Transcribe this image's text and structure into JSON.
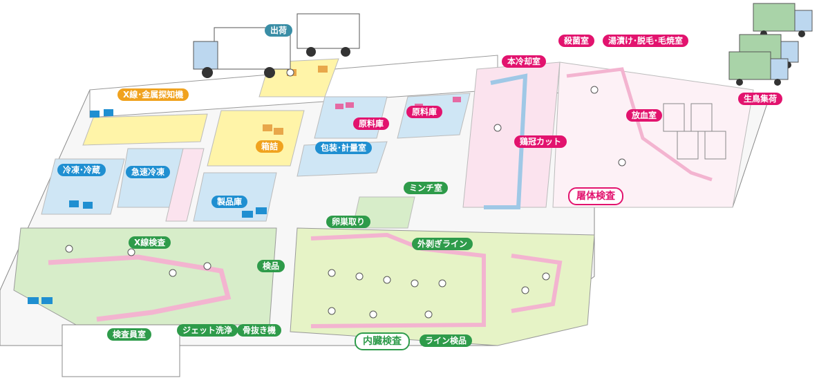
{
  "labels": {
    "shipping": "出荷",
    "xray_metal": "X線･金属探知機",
    "packing_box": "箱詰",
    "raw_store_1": "原料庫",
    "raw_store_2": "原料庫",
    "packing_weigh": "包装･計量室",
    "freeze_chill": "冷凍･冷蔵",
    "quick_freeze": "急速冷凍",
    "product_store": "製品庫",
    "main_chill": "本冷却室",
    "sterilize": "殺菌室",
    "scald_pluck": "湯漬け･脱毛･毛焼室",
    "live_bird": "生鳥集荷",
    "bleed_room": "放血室",
    "comb_cut": "鶏冠カット",
    "carcass_inspect": "屠体検査",
    "mince_room": "ミンチ室",
    "ovary_take": "卵巣取り",
    "peel_line": "外剥ぎライン",
    "xray_inspect": "X線検査",
    "inspection": "検品",
    "jet_wash": "ジェット洗浄",
    "debone": "骨抜き機",
    "offal_inspect": "内臓検査",
    "line_inspect": "ライン検品",
    "inspector_room": "検査員室"
  },
  "colors": {
    "blue": "#1f8fd1",
    "orange": "#f0a21e",
    "pink": "#e2136e",
    "green": "#2e9b4a",
    "zone_yellow": "#fff4a8",
    "zone_blue": "#cfe6f5",
    "zone_pink": "#fbe3ee",
    "zone_green": "#d7edc9",
    "zone_lightgreen": "#e6f3c6",
    "truck_blue": "#bcd7ef",
    "truck_green": "#a9d3a8"
  }
}
